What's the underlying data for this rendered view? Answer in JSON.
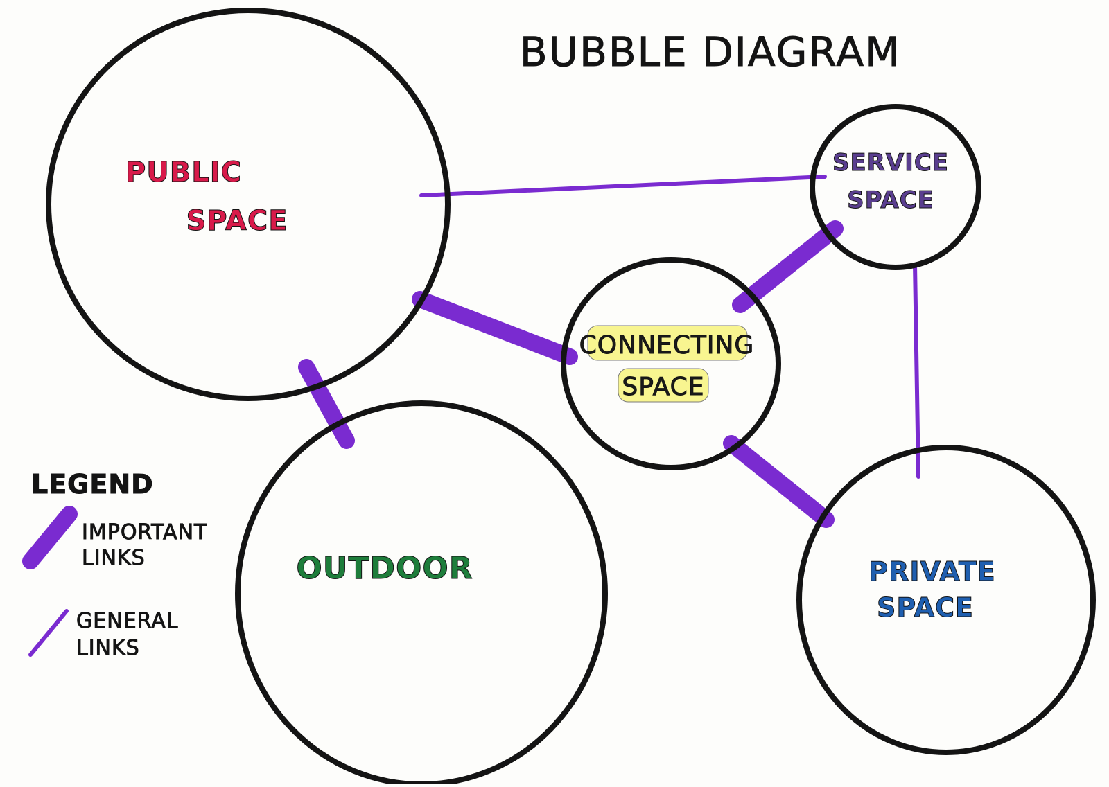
{
  "title": "BUBBLE DIAGRAM",
  "colors": {
    "outline": "#141414",
    "link": "#7a2bd0",
    "public": "#d81a4a",
    "service": "#5a3e8f",
    "connecting": "#1a1a1a",
    "connecting_highlight": "#f4ef3a",
    "outdoor": "#1e7d3b",
    "private": "#1f5fb0"
  },
  "bubbles": {
    "public": {
      "line1": "PUBLIC",
      "line2": "SPACE"
    },
    "service": {
      "line1": "SERVICE",
      "line2": "SPACE"
    },
    "connecting": {
      "line1": "CONNECTING",
      "line2": "SPACE"
    },
    "outdoor": {
      "line1": "OUTDOOR"
    },
    "private": {
      "line1": "PRIVATE",
      "line2": "SPACE"
    }
  },
  "links": [
    {
      "from": "public",
      "to": "service",
      "type": "general"
    },
    {
      "from": "public",
      "to": "connecting",
      "type": "important"
    },
    {
      "from": "public",
      "to": "outdoor",
      "type": "important"
    },
    {
      "from": "connecting",
      "to": "service",
      "type": "important"
    },
    {
      "from": "connecting",
      "to": "private",
      "type": "important"
    },
    {
      "from": "service",
      "to": "private",
      "type": "general"
    }
  ],
  "legend": {
    "title": "LEGEND",
    "important": {
      "line1": "IMPORTANT",
      "line2": "LINKS"
    },
    "general": {
      "line1": "GENERAL",
      "line2": "LINKS"
    }
  }
}
